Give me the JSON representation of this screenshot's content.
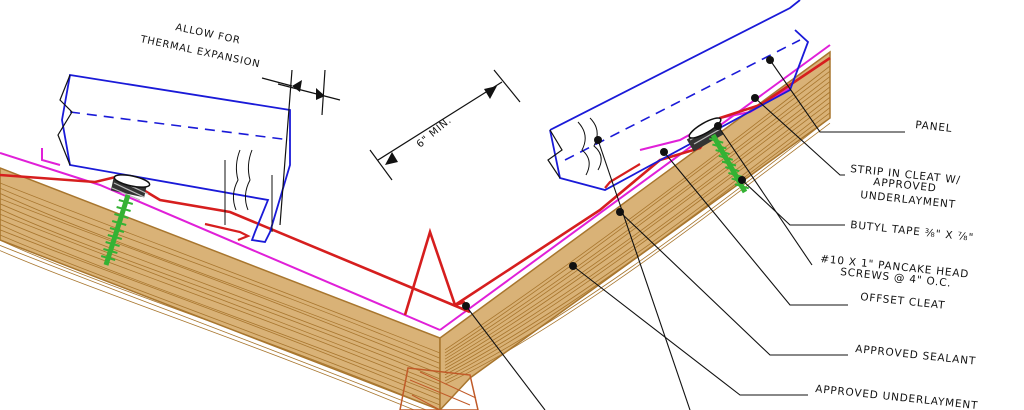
{
  "colors": {
    "panel": "#1a1ad8",
    "sealant": "#d61e1e",
    "underlayment": "#e020d8",
    "wood": "#d9b277",
    "wood_grain": "#a8762e",
    "screw": "#34b234",
    "leader": "#111111"
  },
  "annotations": {
    "thermal_line1": "ALLOW FOR",
    "thermal_line2": "THERMAL EXPANSION",
    "min_dim": "6\" MIN."
  },
  "callouts": [
    {
      "id": "panel",
      "lines": [
        "PANEL"
      ]
    },
    {
      "id": "strip-in-cleat",
      "lines": [
        "STRIP IN CLEAT W/",
        "APPROVED",
        "UNDERLAYMENT"
      ]
    },
    {
      "id": "butyl-tape",
      "lines": [
        "BUTYL TAPE ⅜\" X ⅞\""
      ]
    },
    {
      "id": "pancake-screws",
      "lines": [
        "#10 X 1\" PANCAKE HEAD",
        "SCREWS @ 4\" O.C."
      ]
    },
    {
      "id": "offset-cleat",
      "lines": [
        "OFFSET CLEAT"
      ]
    },
    {
      "id": "approved-sealant",
      "lines": [
        "APPROVED SEALANT"
      ]
    },
    {
      "id": "approved-underlayment",
      "lines": [
        "APPROVED UNDERLAYMENT"
      ]
    }
  ]
}
